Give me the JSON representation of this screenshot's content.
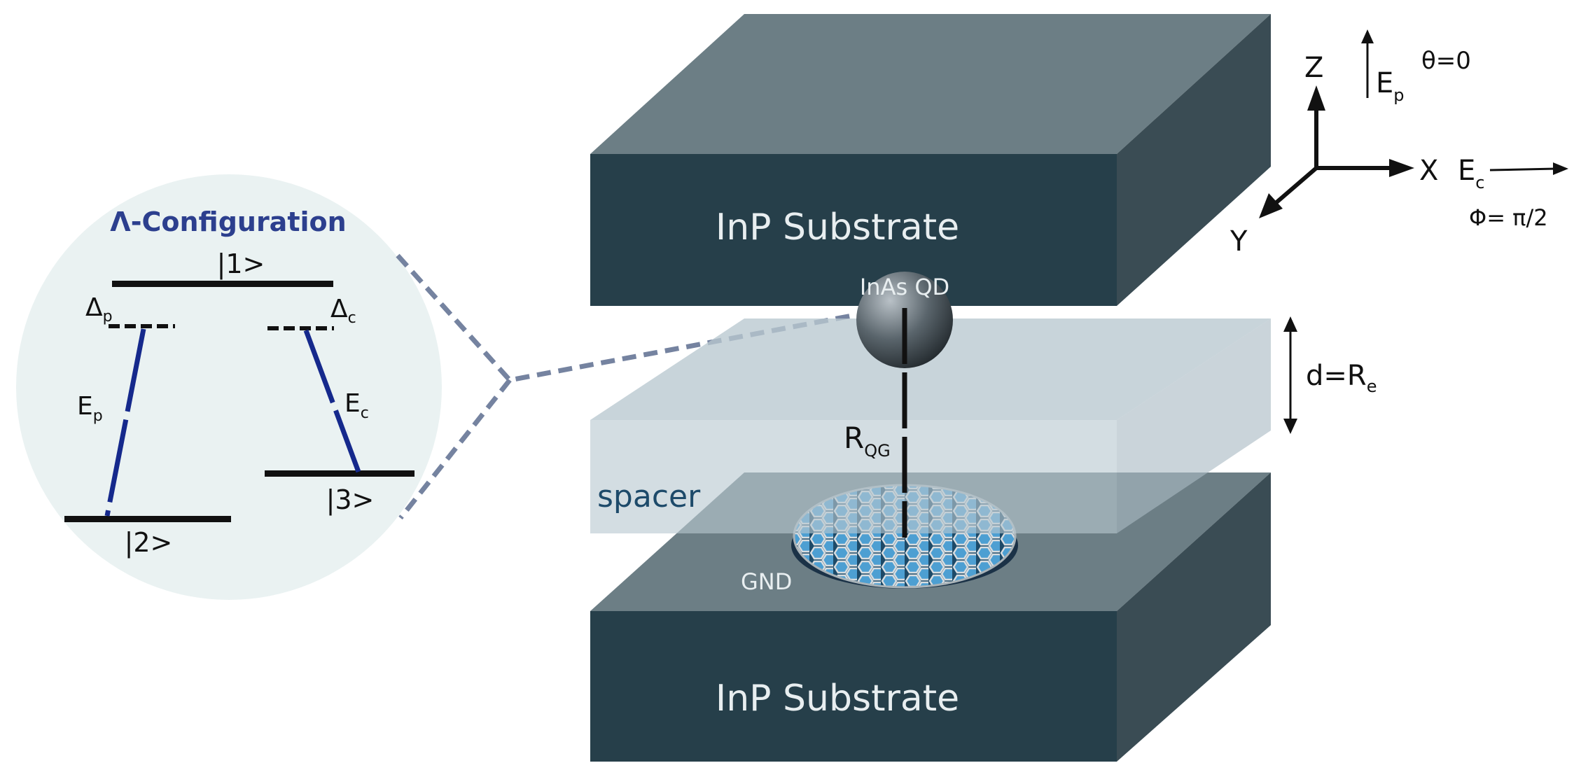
{
  "lambda_panel": {
    "title": "Λ-Configuration",
    "level1": "|1>",
    "level2": "|2>",
    "level3": "|3>",
    "delta_p": "Δ",
    "delta_p_sub": "p",
    "delta_c": "Δ",
    "delta_c_sub": "c",
    "ep": "E",
    "ep_sub": "p",
    "ec": "E",
    "ec_sub": "c"
  },
  "device": {
    "top_substrate": "InP Substrate",
    "bottom_substrate": "InP Substrate",
    "qd_label": "InAs QD",
    "rqg": "R",
    "rqg_sub": "QG",
    "spacer": "spacer",
    "gnd": "GND",
    "distance_main": "d=R",
    "distance_sub": "e"
  },
  "axes": {
    "z": "Z",
    "x": "X",
    "y": "Y",
    "ep": "E",
    "ep_sub": "p",
    "theta": "θ=0",
    "ec": "E",
    "ec_sub": "c",
    "phi": "Φ= π/2"
  },
  "colors": {
    "substrate_front": "#263f4a",
    "substrate_top": "#6c7e85",
    "substrate_side": "#3a4c54",
    "spacer": "#b8c8d0",
    "transition": "#15298c",
    "circle_bg": "#eaf2f2",
    "title": "#2c3f8e",
    "dashed_zoom": "#7583a0"
  }
}
